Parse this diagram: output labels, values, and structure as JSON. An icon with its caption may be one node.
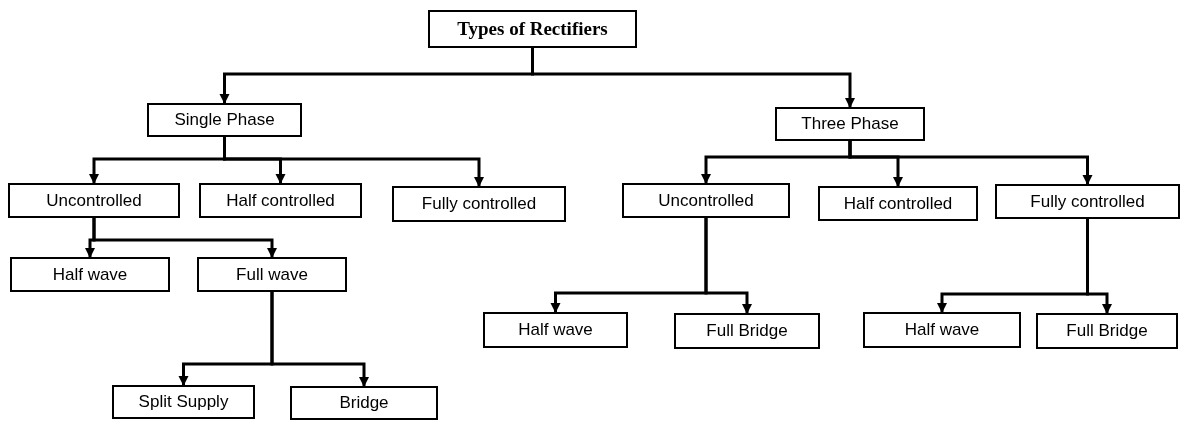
{
  "diagram": {
    "nodes": [
      {
        "text": [
          "Types of Rectifiers"
        ]
      },
      {
        "text": [
          "Single Phase"
        ]
      },
      {
        "text": [
          "Three Phase"
        ]
      },
      {
        "text": [
          "Uncontrolled"
        ]
      },
      {
        "text": [
          "Half controlled"
        ]
      },
      {
        "text": [
          "Fully controlled"
        ]
      },
      {
        "text": [
          "Uncontrolled"
        ]
      },
      {
        "text": [
          "Half controlled"
        ]
      },
      {
        "text": [
          "Fully controlled"
        ]
      },
      {
        "text": [
          "Half wave"
        ]
      },
      {
        "text": [
          "Full wave"
        ]
      },
      {
        "text": [
          "Half wave"
        ]
      },
      {
        "text": [
          "Full Bridge"
        ]
      },
      {
        "text": [
          "Half wave"
        ]
      },
      {
        "text": [
          "Full Bridge"
        ]
      },
      {
        "text": [
          "Split Supply"
        ]
      },
      {
        "text": [
          "Bridge"
        ]
      }
    ],
    "edges": [
      {
        "from": 0,
        "to": 1,
        "arrow": "to"
      },
      {
        "from": 0,
        "to": 2,
        "arrow": "to"
      },
      {
        "from": 1,
        "to": 3,
        "arrow": "to"
      },
      {
        "from": 1,
        "to": 4,
        "arrow": "to"
      },
      {
        "from": 1,
        "to": 5,
        "arrow": "to"
      },
      {
        "from": 2,
        "to": 6,
        "arrow": "to"
      },
      {
        "from": 2,
        "to": 7,
        "arrow": "to"
      },
      {
        "from": 2,
        "to": 8,
        "arrow": "to"
      },
      {
        "from": 3,
        "to": 9,
        "arrow": "to"
      },
      {
        "from": 3,
        "to": 10,
        "arrow": "to"
      },
      {
        "from": 10,
        "to": 15,
        "arrow": "to"
      },
      {
        "from": 10,
        "to": 16,
        "arrow": "to"
      },
      {
        "from": 6,
        "to": 11,
        "arrow": "to"
      },
      {
        "from": 6,
        "to": 12,
        "arrow": "to"
      },
      {
        "from": 8,
        "to": 13,
        "arrow": "to"
      },
      {
        "from": 8,
        "to": 14,
        "arrow": "to"
      }
    ]
  }
}
